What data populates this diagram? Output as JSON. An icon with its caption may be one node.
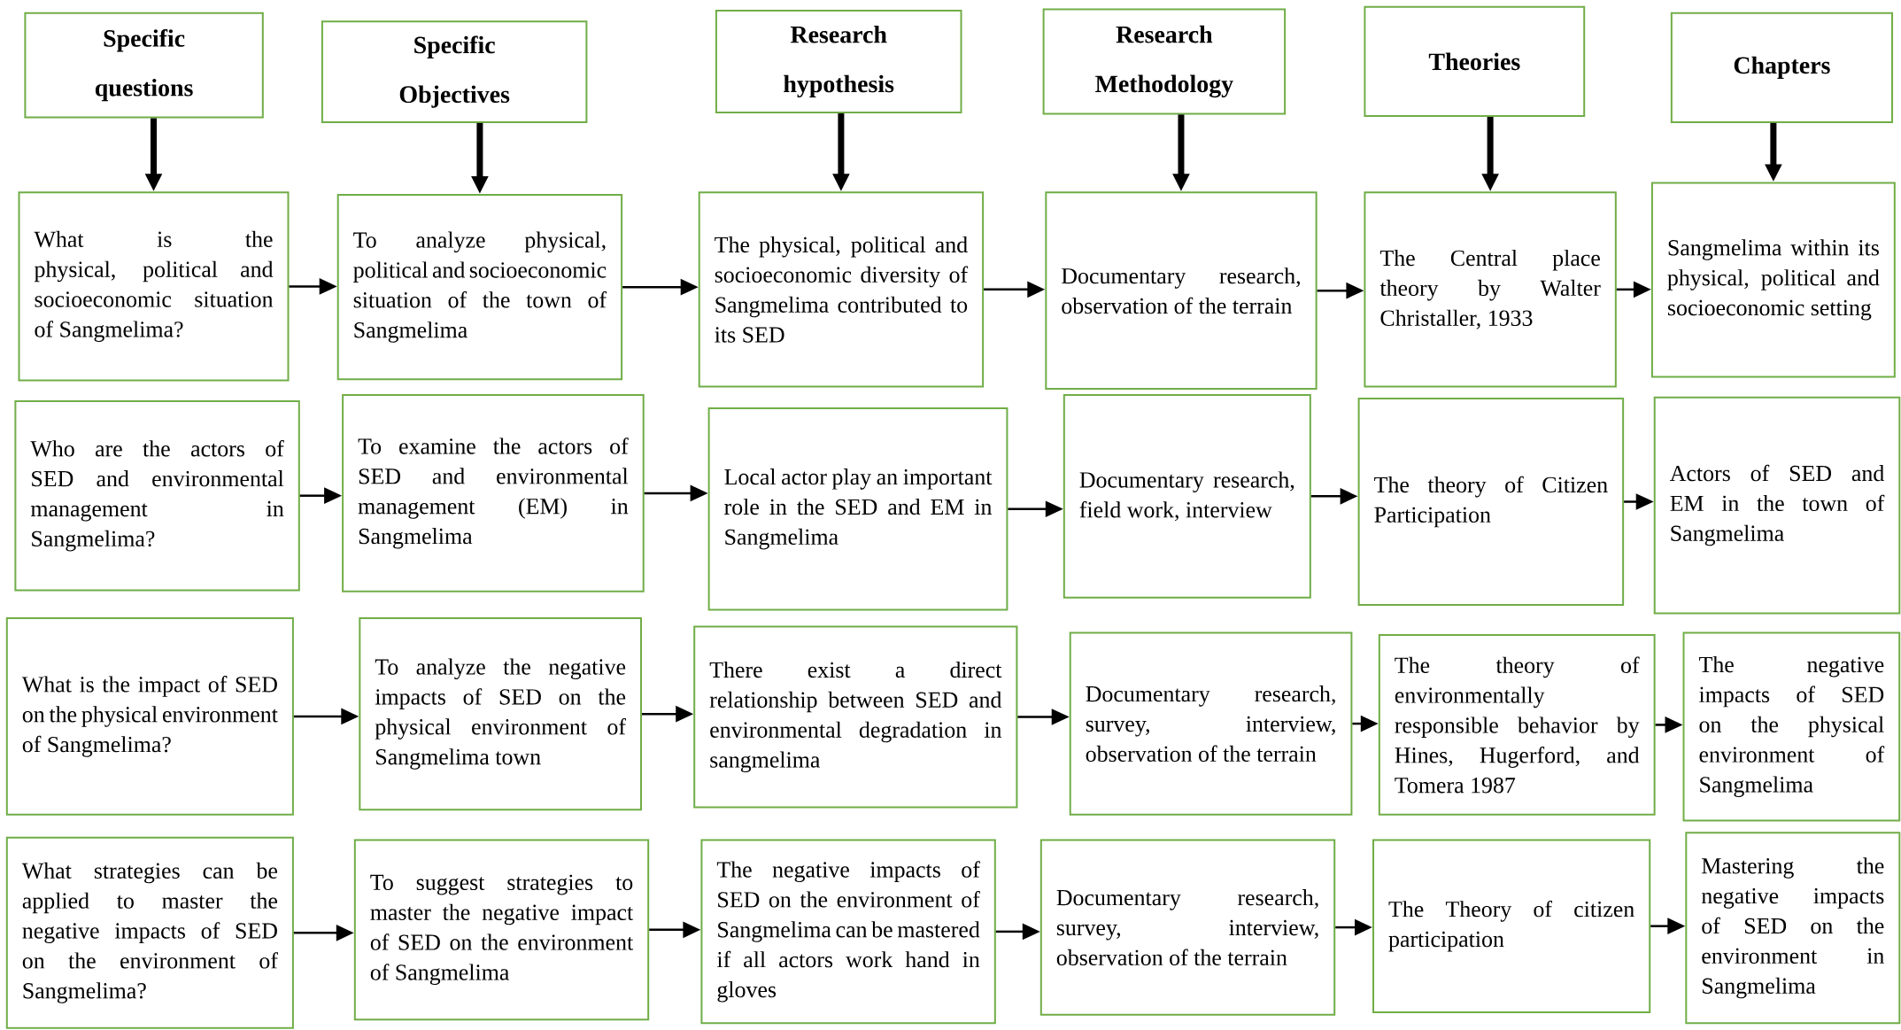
{
  "diagram": {
    "nodes": [
      {
        "text": [
          "Specific questions"
        ]
      },
      {
        "text": [
          "Specific Objectives"
        ]
      },
      {
        "text": [
          "Research hypothesis"
        ]
      },
      {
        "text": [
          "Research Methodology"
        ]
      },
      {
        "text": [
          "Theories"
        ]
      },
      {
        "text": [
          "Chapters"
        ]
      },
      {
        "text": [
          "What is the physical, political and socioeconomic situation of Sangmelima?"
        ]
      },
      {
        "text": [
          "To analyze physical, political and socioeconomic situation of the town of Sangmelima"
        ]
      },
      {
        "text": [
          "The physical, political and socioeconomic diversity of Sangmelima contributed to its SED"
        ]
      },
      {
        "text": [
          "Documentary research, observation of the terrain"
        ]
      },
      {
        "text": [
          "The Central place theory by Walter Christaller, 1933"
        ]
      },
      {
        "text": [
          "Sangmelima within its physical, political and socioeconomic setting"
        ]
      },
      {
        "text": [
          "Who are the actors of SED and environmental management in Sangmelima?"
        ]
      },
      {
        "text": [
          "To examine the actors of SED and environmental management (EM) in Sangmelima"
        ]
      },
      {
        "text": [
          "Local actor play an important role in the SED and EM in Sangmelima"
        ]
      },
      {
        "text": [
          "Documentary research, field work, interview"
        ]
      },
      {
        "text": [
          "The theory of Citizen Participation"
        ]
      },
      {
        "text": [
          "Actors of SED and EM in the town of Sangmelima"
        ]
      },
      {
        "text": [
          "What is the impact of SED on the physical environment of Sangmelima?"
        ]
      },
      {
        "text": [
          "To analyze the negative impacts of SED on the physical environment of Sangmelima town"
        ]
      },
      {
        "text": [
          "There exist a direct relationship between SED and environmental degradation in sangmelima"
        ]
      },
      {
        "text": [
          "Documentary research, survey, interview, observation of the terrain"
        ]
      },
      {
        "text": [
          "The theory of environmentally responsible behavior by Hines, Hugerford, and Tomera 1987"
        ]
      },
      {
        "text": [
          "The negative impacts of SED on the physical environment of Sangmelima"
        ]
      },
      {
        "text": [
          "What strategies can be applied to master the negative impacts of SED on the environment of Sangmelima?"
        ]
      },
      {
        "text": [
          "To suggest strategies to master the negative impact of SED on the environment of Sangmelima"
        ]
      },
      {
        "text": [
          "The negative impacts of SED on the environment of Sangmelima can be mastered if all actors work hand in gloves"
        ]
      },
      {
        "text": [
          "Documentary research, survey, interview, observation of the terrain"
        ]
      },
      {
        "text": [
          "The Theory of citizen participation"
        ]
      },
      {
        "text": [
          "Mastering the negative impacts of SED on the environment in Sangmelima"
        ]
      }
    ],
    "edges": [
      {
        "from": 0,
        "to": 6,
        "arrow": "to",
        "style": "thick"
      },
      {
        "from": 1,
        "to": 7,
        "arrow": "to",
        "style": "thick"
      },
      {
        "from": 2,
        "to": 8,
        "arrow": "to",
        "style": "thick"
      },
      {
        "from": 3,
        "to": 9,
        "arrow": "to",
        "style": "thick"
      },
      {
        "from": 4,
        "to": 10,
        "arrow": "to",
        "style": "thick"
      },
      {
        "from": 5,
        "to": 11,
        "arrow": "to",
        "style": "thick"
      },
      {
        "from": 6,
        "to": 7,
        "arrow": "to"
      },
      {
        "from": 7,
        "to": 8,
        "arrow": "to"
      },
      {
        "from": 8,
        "to": 9,
        "arrow": "to"
      },
      {
        "from": 9,
        "to": 10,
        "arrow": "to"
      },
      {
        "from": 10,
        "to": 11,
        "arrow": "to"
      },
      {
        "from": 12,
        "to": 13,
        "arrow": "to"
      },
      {
        "from": 13,
        "to": 14,
        "arrow": "to"
      },
      {
        "from": 14,
        "to": 15,
        "arrow": "to"
      },
      {
        "from": 15,
        "to": 16,
        "arrow": "to"
      },
      {
        "from": 16,
        "to": 17,
        "arrow": "to"
      },
      {
        "from": 18,
        "to": 19,
        "arrow": "to"
      },
      {
        "from": 19,
        "to": 20,
        "arrow": "to"
      },
      {
        "from": 20,
        "to": 21,
        "arrow": "to"
      },
      {
        "from": 21,
        "to": 22,
        "arrow": "to"
      },
      {
        "from": 22,
        "to": 23,
        "arrow": "to"
      },
      {
        "from": 24,
        "to": 25,
        "arrow": "to"
      },
      {
        "from": 25,
        "to": 26,
        "arrow": "to"
      },
      {
        "from": 26,
        "to": 27,
        "arrow": "to"
      },
      {
        "from": 27,
        "to": 28,
        "arrow": "to"
      },
      {
        "from": 28,
        "to": 29,
        "arrow": "to"
      }
    ]
  }
}
